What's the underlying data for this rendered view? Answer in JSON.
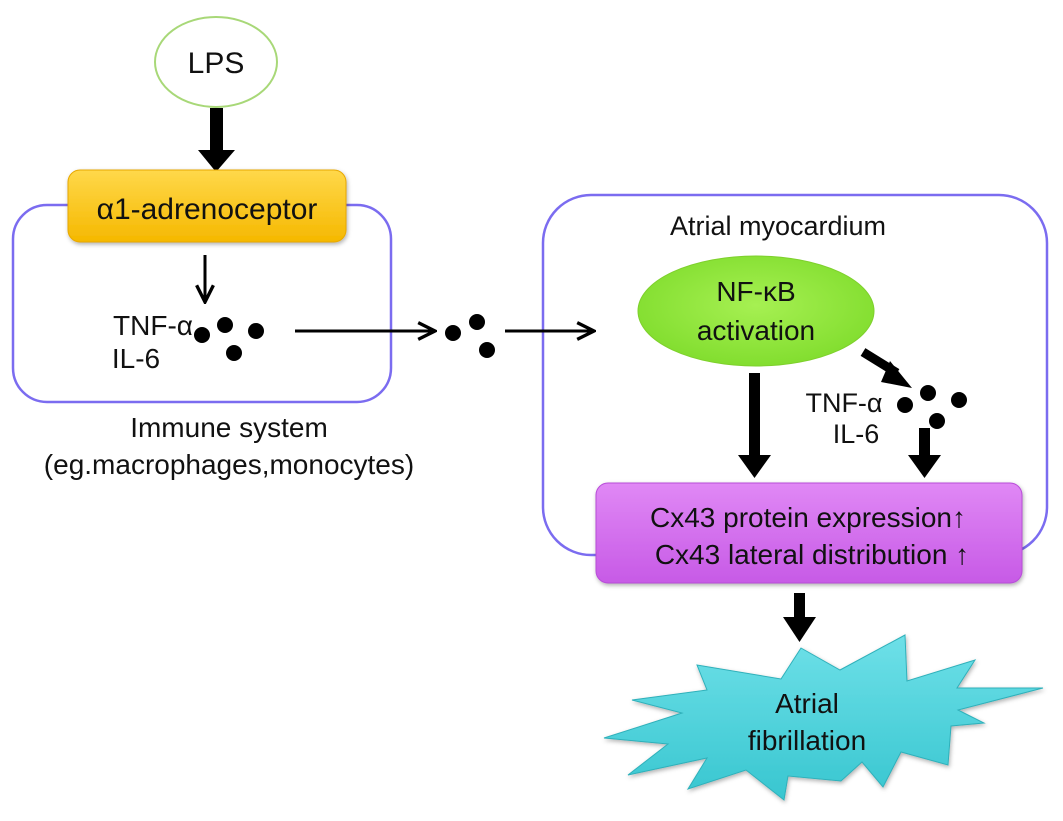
{
  "nodes": {
    "lps": {
      "label": "LPS",
      "stroke": "#a8d878",
      "fill": "#ffffff"
    },
    "alpha1": {
      "label": "α1-adrenoceptor",
      "fill": "#fcc417",
      "fill_light": "#ffd84a"
    },
    "immune_cytokines": {
      "line1": "TNF-α",
      "line2": "IL-6"
    },
    "immune_system": {
      "line1": "Immune system",
      "line2": "(eg.macrophages,monocytes)"
    },
    "atrial_myocardium": {
      "label": "Atrial myocardium"
    },
    "nfkb": {
      "line1": "NF-κB",
      "line2": "activation",
      "fill": "#8fe83a"
    },
    "atrial_cytokines": {
      "line1": "TNF-α",
      "line2": "IL-6"
    },
    "cx43": {
      "line1": "Cx43 protein expression↑",
      "line2": "Cx43 lateral distribution ↑",
      "fill": "#d76ef0"
    },
    "af": {
      "line1": "Atrial",
      "line2": "fibrillation",
      "fill": "#4fd4dc"
    }
  },
  "colors": {
    "container_stroke": "#7b6cf0",
    "arrow": "#000000",
    "dot": "#000000"
  }
}
